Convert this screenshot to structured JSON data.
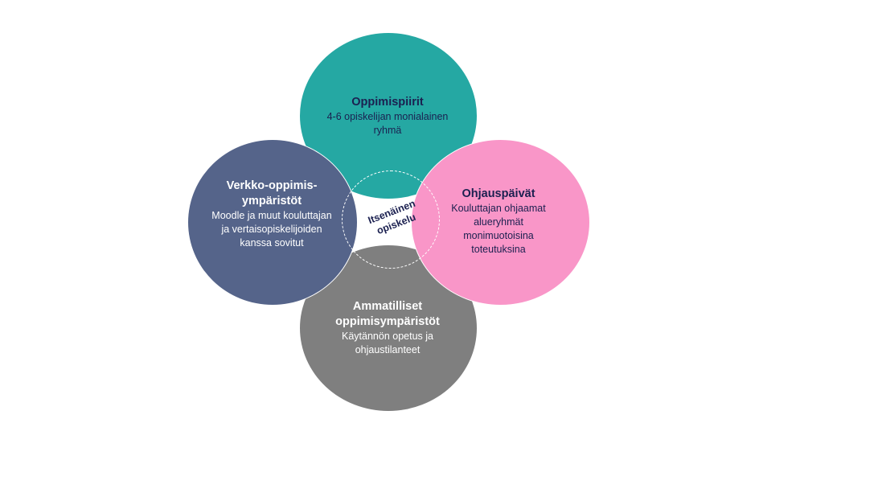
{
  "diagram": {
    "center": {
      "text": "Itsenäinen\nopiskelu"
    },
    "top": {
      "title": "Oppimispiirit",
      "desc": "4-6 opiskelijan monialainen ryhmä",
      "color": "#25a8a3"
    },
    "left": {
      "title": "Verkko-oppimis-ympäristöt",
      "desc": "Moodle ja muut kouluttajan ja vertaisopiskelijoiden kanssa sovitut",
      "color": "#55648a"
    },
    "right": {
      "title": "Ohjauspäivät",
      "desc": "Kouluttajan ohjaamat alueryhmät monimuotoisina toteutuksina",
      "color": "#f996c8"
    },
    "bottom": {
      "title": "Ammatilliset oppimisympäristöt",
      "desc": "Käytännön opetus ja ohjaustilanteet",
      "color": "#7f7f7f"
    }
  }
}
